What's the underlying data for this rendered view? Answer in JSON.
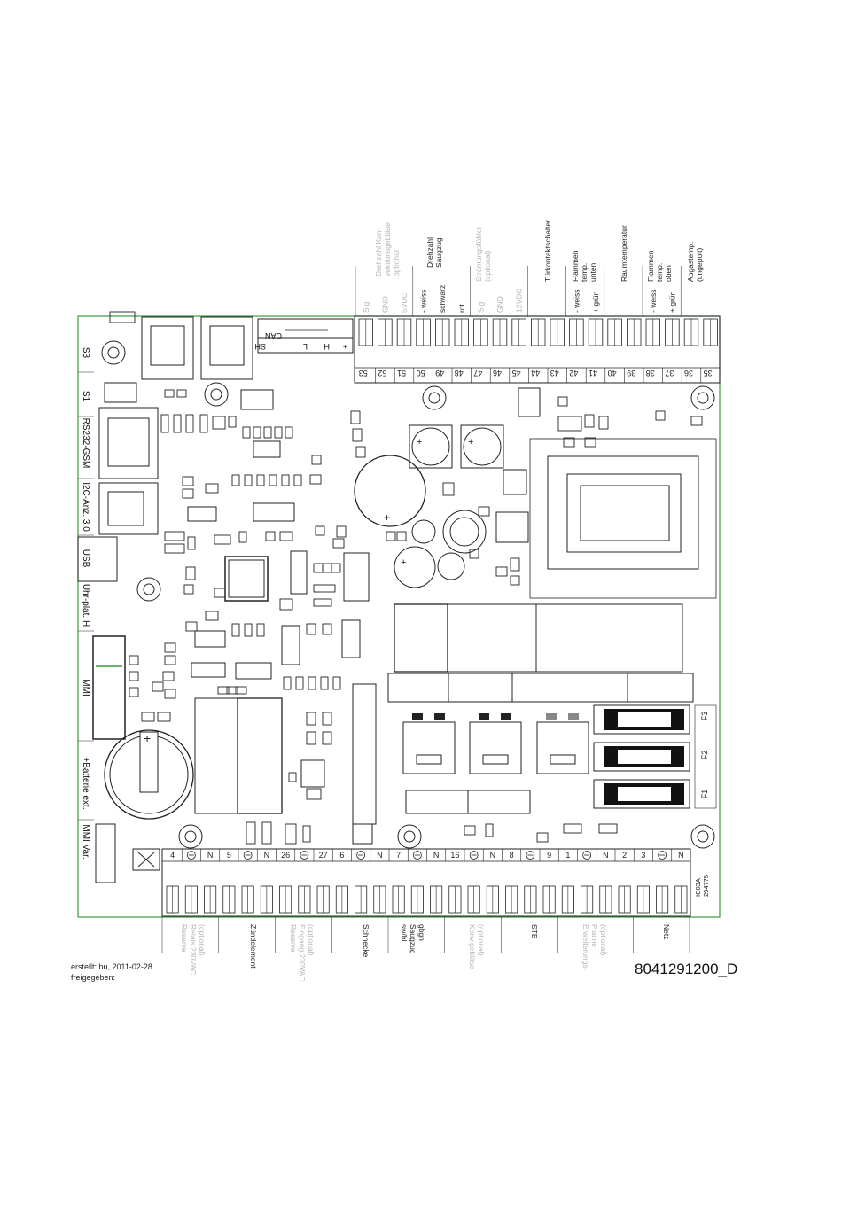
{
  "colors": {
    "board_outline": "#3c9a3c",
    "line": "#222222",
    "muted_text": "#b4b4b4"
  },
  "top_terminals": [
    {
      "num": "53",
      "label": "Sig",
      "muted": true
    },
    {
      "num": "52",
      "label": "GND",
      "muted": true
    },
    {
      "num": "51",
      "label": "5VDC",
      "muted": true
    },
    {
      "num": "50",
      "label": "- weiss",
      "muted": false
    },
    {
      "num": "49",
      "label": "schwarz",
      "muted": false
    },
    {
      "num": "48",
      "label": "rot",
      "muted": false
    },
    {
      "num": "47",
      "label": "Sig",
      "muted": true
    },
    {
      "num": "46",
      "label": "GND",
      "muted": true
    },
    {
      "num": "45",
      "label": "12VDC",
      "muted": true
    },
    {
      "num": "44",
      "label": "",
      "muted": false
    },
    {
      "num": "43",
      "label": "",
      "muted": false
    },
    {
      "num": "42",
      "label": "- weiss",
      "muted": false
    },
    {
      "num": "41",
      "label": "+ grün",
      "muted": false
    },
    {
      "num": "40",
      "label": "",
      "muted": false
    },
    {
      "num": "39",
      "label": "",
      "muted": false
    },
    {
      "num": "38",
      "label": "- weiss",
      "muted": false
    },
    {
      "num": "37",
      "label": "+ grün",
      "muted": false
    },
    {
      "num": "36",
      "label": "",
      "muted": false
    },
    {
      "num": "35",
      "label": "",
      "muted": false
    }
  ],
  "top_groups": [
    {
      "lines": [
        "Drehzahl Kon-",
        "vektionsgebläse",
        "optional"
      ],
      "muted": true
    },
    {
      "lines": [
        "Drehzahl",
        "Saugzug"
      ],
      "muted": false
    },
    {
      "lines": [
        "Strömungsfühler",
        "(optional)"
      ],
      "muted": true
    },
    {
      "lines": [
        "Türkontaktschalter"
      ],
      "muted": false
    },
    {
      "lines": [
        "Flammen",
        "temp.",
        "unten"
      ],
      "muted": false
    },
    {
      "lines": [
        "Raumtemperatur"
      ],
      "muted": false
    },
    {
      "lines": [
        "Flammen",
        "temp.",
        "oben"
      ],
      "muted": false
    },
    {
      "lines": [
        "Abgastemp.",
        "(ungepolt)"
      ],
      "muted": false
    }
  ],
  "can_connector": {
    "title": "CAN",
    "pins": [
      "SH",
      "L",
      "H",
      "+"
    ]
  },
  "left_labels": [
    "S3",
    "S1",
    "RS232-GSM",
    "I2C-Anz. 3.0",
    "USB",
    "Uhr-plat. H",
    "MMI",
    "+Batterie ext.",
    "MMI Var."
  ],
  "fuses": [
    "F3",
    "F2",
    "F1"
  ],
  "ic_note": [
    "IC03A",
    "294775"
  ],
  "bottom_terminals": [
    {
      "num": "4",
      "type": "num"
    },
    {
      "num": "",
      "type": "gnd"
    },
    {
      "num": "N",
      "type": "num"
    },
    {
      "num": "5",
      "type": "num"
    },
    {
      "num": "",
      "type": "gnd"
    },
    {
      "num": "N",
      "type": "num"
    },
    {
      "num": "26",
      "type": "num"
    },
    {
      "num": "",
      "type": "gnd"
    },
    {
      "num": "27",
      "type": "num"
    },
    {
      "num": "6",
      "type": "num"
    },
    {
      "num": "",
      "type": "gnd"
    },
    {
      "num": "N",
      "type": "num"
    },
    {
      "num": "7",
      "type": "num"
    },
    {
      "num": "",
      "type": "gnd"
    },
    {
      "num": "N",
      "type": "num"
    },
    {
      "num": "16",
      "type": "num"
    },
    {
      "num": "",
      "type": "gnd"
    },
    {
      "num": "N",
      "type": "num"
    },
    {
      "num": "8",
      "type": "num"
    },
    {
      "num": "",
      "type": "gnd"
    },
    {
      "num": "9",
      "type": "num"
    },
    {
      "num": "1",
      "type": "num"
    },
    {
      "num": "",
      "type": "gnd"
    },
    {
      "num": "N",
      "type": "num"
    },
    {
      "num": "2",
      "type": "num"
    },
    {
      "num": "3",
      "type": "num"
    },
    {
      "num": "",
      "type": "gnd"
    },
    {
      "num": "N",
      "type": "num"
    }
  ],
  "bottom_groups": [
    {
      "lines": [
        "Reserve",
        "Relais 230VAC",
        "(optional)"
      ],
      "muted": true
    },
    {
      "lines": [
        "Zündelement"
      ],
      "muted": false
    },
    {
      "lines": [
        "Reserve",
        "Eingang 230VAC",
        "(optional)"
      ],
      "muted": true
    },
    {
      "lines": [
        "Schnecke"
      ],
      "muted": false
    },
    {
      "lines": [
        "sw/bl",
        "Saugzug",
        "gbgn"
      ],
      "muted": false
    },
    {
      "lines": [
        "Konv.gebläse",
        "(optional)"
      ],
      "muted": true
    },
    {
      "lines": [
        "STB"
      ],
      "muted": false
    },
    {
      "lines": [
        "Erweiterungs-",
        "Platine",
        "(optional)"
      ],
      "muted": true
    },
    {
      "lines": [
        "Netz"
      ],
      "muted": false
    }
  ],
  "footer": {
    "created": "erstellt: bu, 2011-02-28",
    "released": "freigegeben:",
    "doc_number": "8041291200_D"
  }
}
